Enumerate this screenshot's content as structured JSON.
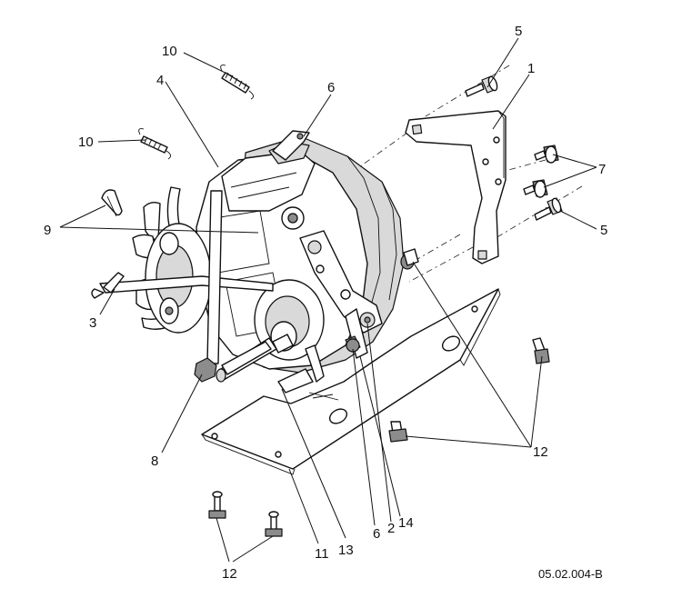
{
  "diagram": {
    "reference_code": "05.02.004-B",
    "callouts": [
      {
        "id": "c5a",
        "label": "5"
      },
      {
        "id": "c1",
        "label": "1"
      },
      {
        "id": "c10a",
        "label": "10"
      },
      {
        "id": "c4",
        "label": "4"
      },
      {
        "id": "c6a",
        "label": "6"
      },
      {
        "id": "c10b",
        "label": "10"
      },
      {
        "id": "c7",
        "label": "7"
      },
      {
        "id": "c9",
        "label": "9"
      },
      {
        "id": "c5b",
        "label": "5"
      },
      {
        "id": "c3",
        "label": "3"
      },
      {
        "id": "c12a",
        "label": "12"
      },
      {
        "id": "c8",
        "label": "8"
      },
      {
        "id": "c6b",
        "label": "6"
      },
      {
        "id": "c2",
        "label": "2"
      },
      {
        "id": "c14",
        "label": "14"
      },
      {
        "id": "c11",
        "label": "11"
      },
      {
        "id": "c13",
        "label": "13"
      },
      {
        "id": "c12b",
        "label": "12"
      }
    ]
  }
}
